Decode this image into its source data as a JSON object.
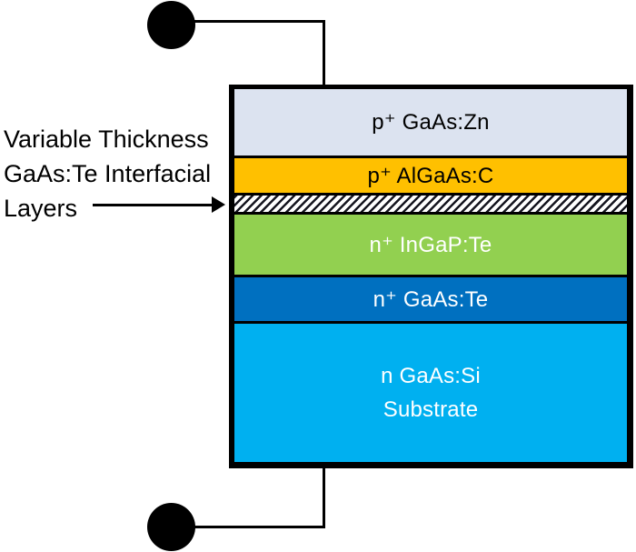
{
  "annotation": {
    "line1": "Variable Thickness",
    "line2": "GaAs:Te Interfacial",
    "line3": "Layers"
  },
  "stack": {
    "layers": [
      {
        "label": "p⁺ GaAs:Zn",
        "bg": "#dce3f0",
        "fg": "#000000"
      },
      {
        "label": "p⁺ AlGaAs:C",
        "bg": "#ffc000",
        "fg": "#000000"
      },
      {
        "label": "",
        "bg": "hatched-white-black-diagonal",
        "fg": "#000000"
      },
      {
        "label": "n⁺ InGaP:Te",
        "bg": "#92d050",
        "fg": "#ffffff"
      },
      {
        "label": "n⁺ GaAs:Te",
        "bg": "#0070c0",
        "fg": "#ffffff"
      },
      {
        "label_line1": "n GaAs:Si",
        "label_line2": "Substrate",
        "bg": "#00b0f0",
        "fg": "#ffffff"
      }
    ],
    "outline_color": "#000000"
  },
  "contacts": {
    "top": "terminal",
    "bottom": "terminal"
  }
}
